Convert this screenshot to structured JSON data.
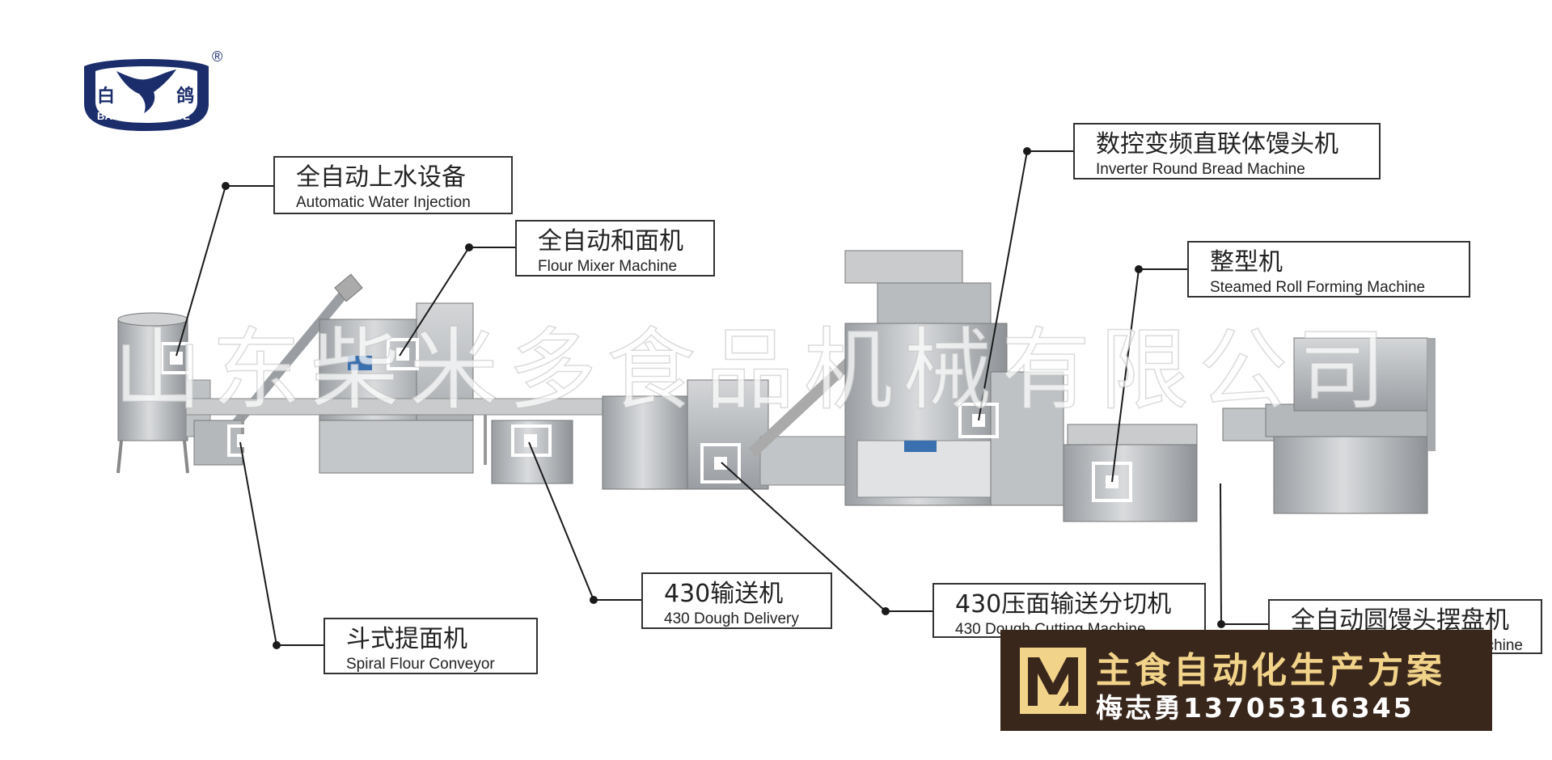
{
  "logo": {
    "char_left": "白",
    "char_right": "鸽",
    "text_left": "BAI",
    "text_right": "GE",
    "registered": "®"
  },
  "watermark": "山东柴米多食品机械有限公司",
  "labels": {
    "water_injection": {
      "cn": "全自动上水设备",
      "en": "Automatic Water Injection"
    },
    "flour_mixer": {
      "cn": "全自动和面机",
      "en": "Flour Mixer Machine"
    },
    "spiral_conveyor": {
      "cn": "斗式提面机",
      "en": "Spiral Flour Conveyor"
    },
    "dough_delivery": {
      "cn": "430输送机",
      "en": "430 Dough Delivery"
    },
    "dough_cutting": {
      "cn": "430压面输送分切机",
      "en": "430 Dough Cutting Machine"
    },
    "round_bread": {
      "cn": "数控变频直联体馒头机",
      "en": "Inverter Round Bread Machine"
    },
    "roll_forming": {
      "cn": "整型机",
      "en": "Steamed Roll Forming Machine"
    },
    "tray_placer": {
      "cn": "全自动圆馒头摆盘机",
      "en": "achine"
    }
  },
  "banner": {
    "title": "主食自动化生产方案",
    "contact": "梅志勇13705316345"
  },
  "colors": {
    "brand_blue": "#1b2d6b",
    "banner_bg": "#3a271c",
    "banner_gold": "#f2d38a",
    "steel": "#b9bcbf"
  }
}
